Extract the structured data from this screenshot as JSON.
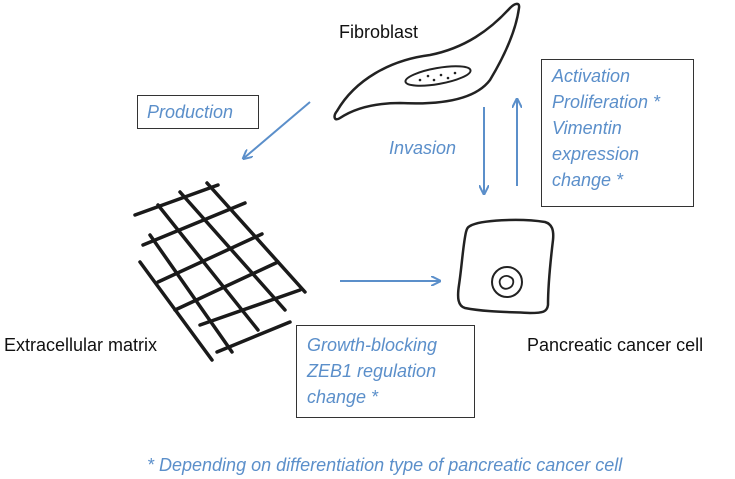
{
  "labels": {
    "fibroblast": "Fibroblast",
    "extracellular_matrix": "Extracellular matrix",
    "pancreatic_cancer_cell": "Pancreatic cancer  cell"
  },
  "processes": {
    "production": "Production",
    "invasion": "Invasion"
  },
  "effects_on_fibroblast": [
    "Activation",
    "Proliferation *",
    "Vimentin",
    "expression",
    "change *"
  ],
  "effects_on_cancer_cell": [
    "Growth-blocking",
    "ZEB1 regulation",
    "change *"
  ],
  "footnote": "* Depending on differentiation type of pancreatic cancer cell",
  "colors": {
    "label_text": "#111111",
    "process_text": "#5b8fca",
    "arrow": "#5b8fca",
    "outline": "#222222"
  }
}
